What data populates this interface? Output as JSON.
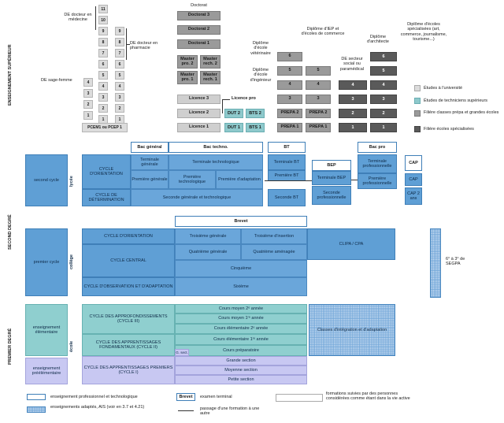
{
  "sections": {
    "sup": "ENSEIGNEMENT SUPÉRIEUR",
    "second": "SECOND DEGRÉ",
    "premier": "PREMIER DEGRÉ"
  },
  "sup": {
    "col1_nums": [
      "11",
      "10",
      "9",
      "8",
      "7",
      "6",
      "5",
      "4",
      "3",
      "2",
      "1"
    ],
    "col2_nums": [
      "9",
      "8",
      "7",
      "6",
      "5",
      "4",
      "3",
      "2",
      "1"
    ],
    "de_docteur_medecine": "DE docteur en médecine",
    "de_docteur_pharmacie": "DE docteur en pharmacie",
    "de_sage_femme": "DE sage-femme",
    "pcem": "PCEM1 ou PCEP 1",
    "doctorat_label": "Doctorat",
    "doctorat": [
      "Doctorat 3",
      "Doctorat 2",
      "Doctorat 1"
    ],
    "master_pro": [
      "Master pro. 2",
      "Master pro. 1"
    ],
    "master_rech": [
      "Master rech. 2",
      "Master rech. 1"
    ],
    "licence": [
      "Licence 3",
      "Licence 2",
      "Licence 1"
    ],
    "licence_pro": "Licence pro",
    "dut": [
      "DUT 2",
      "DUT 1"
    ],
    "bts": [
      "BTS 2",
      "BTS 1"
    ],
    "veterinaire": "Diplôme d'école vétérinaire",
    "ingenieur": "Diplôme d'école d'ingénieur",
    "iep": "Diplôme d'IEP et d'écoles de commerce",
    "social": "DE secteur social ou paramédical",
    "architecte": "Diplôme d'architecte",
    "specialisees": "Diplôme d'écoles spécialisées (art, commerce, journalisme, tourisme...)",
    "prepa": [
      "PREPA 2",
      "PREPA 1"
    ],
    "vet_nums": [
      "6",
      "5",
      "4",
      "3"
    ],
    "ing_nums": [
      "5",
      "4",
      "3"
    ],
    "iep_nums": [
      "5",
      "4",
      "3"
    ],
    "soc_nums": [
      "4",
      "3",
      "2",
      "1"
    ],
    "spec_nums": [
      "6",
      "5",
      "4",
      "3",
      "2",
      "1"
    ]
  },
  "legend_top": {
    "univ": "Études à l'université",
    "tech": "Études de techniciens supérieurs",
    "prepa": "Filière classes prépa et grandes écoles",
    "spec": "Filière écoles spécialisées"
  },
  "second": {
    "bac_general": "Bac général",
    "bac_techno": "Bac techno.",
    "bt": "BT",
    "bac_pro": "Bac pro",
    "cap_label": "CAP",
    "bep": "BEP",
    "second_cycle": "second cycle",
    "lycee": "lycée",
    "cycle_orientation": "CYCLE D'ORIENTATION",
    "cycle_determination": "CYCLE DE DÉTERMINATION",
    "terminale_generale": "Terminale générale",
    "terminale_techno": "Terminale technologique",
    "premiere_generale": "Première générale",
    "premiere_techno": "Première technologique",
    "premiere_adaptation": "Première d'adaptation",
    "seconde_gt": "Seconde générale et technologique",
    "terminale_bt": "Terminale BT",
    "premiere_bt": "Première BT",
    "seconde_bt": "Seconde BT",
    "terminale_bep": "Terminale BEP",
    "seconde_pro": "Seconde professionnelle",
    "terminale_pro": "Terminale professionnelle",
    "premiere_pro": "Première professionnelle",
    "cap": "CAP",
    "cap_2ans": "CAP 2 ans",
    "brevet": "Brevet",
    "premier_cycle": "premier cycle",
    "college": "collège",
    "c_orientation": "CYCLE D'ORIENTATION",
    "c_central": "CYCLE CENTRAL",
    "c_observation": "CYCLE D'OBSERVATION ET D'ADAPTATION",
    "troisieme_generale": "Troisième générale",
    "troisieme_insertion": "Troisième d'insertion",
    "quatrieme_generale": "Quatrième générale",
    "quatrieme_amenagee": "Quatrième aménagée",
    "cinquieme": "Cinquième",
    "sixieme": "Sixième",
    "clipa": "CLIPA / CPA",
    "segpa": "6° à 3° de SEGPA"
  },
  "premier": {
    "elementaire": "enseignement élémentaire",
    "preelementaire": "enseignement préélémentaire",
    "ecole": "école",
    "cycle3": "CYCLE DES APPROFONDISSEMENTS (CYCLE III)",
    "cycle2": "CYCLE DES APPRENTISSAGES FONDAMENTAUX (CYCLE II)",
    "cycle1": "CYCLE DES APPRENTISSAGES PREMIERS (CYCLE I)",
    "cm2": "Cours moyen 2ᵉ année",
    "cm1": "Cours moyen 1ʳᵉ année",
    "ce2": "Cours élémentaire 2ᵉ année",
    "ce1": "Cours élémentaire 1ʳᵉ année",
    "cp": "Cours préparatoire",
    "gs": "Grande section",
    "ms": "Moyenne section",
    "ps": "Petite section",
    "gs_small": "G. sect.",
    "clis": "Classes d'intégration et d'adaptation"
  },
  "legend_bottom": {
    "pro_techno": "enseignement professionnel et technologique",
    "brevet": "Brevet",
    "examen": "examen terminal",
    "formations": "formations suivies par des personnes considérées comme étant dans la vie active",
    "ais": "enseignements adaptés, AIS (voir en 3.7 et 4.21)",
    "passage": "passage d'une formation à une autre"
  }
}
